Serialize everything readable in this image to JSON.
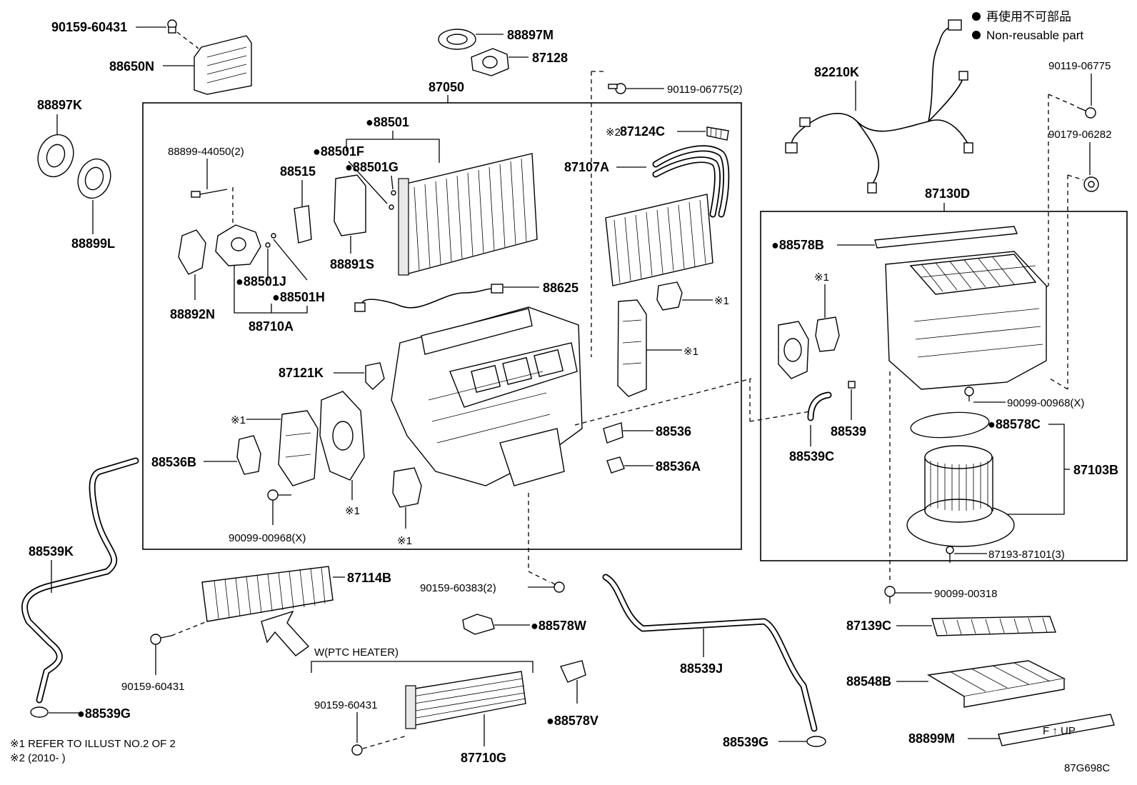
{
  "legend": {
    "jp": "再使用不可部品",
    "en": "Non-reusable part"
  },
  "notes": {
    "note1": "※1 REFER TO ILLUST NO.2 OF 2",
    "note2": "※2 (2010-      )"
  },
  "diagram_code": "87G698C",
  "ptc_heater_label": "W(PTC HEATER)",
  "labels": {
    "p90159_60431_top": "90159-60431",
    "p88650N": "88650N",
    "p88897K": "88897K",
    "p88899L": "88899L",
    "p88897M": "88897M",
    "p87128": "87128",
    "p87050": "87050",
    "p90119_06775_2": "90119-06775(2)",
    "p88501": "●88501",
    "p88501F": "●88501F",
    "p88501G": "●88501G",
    "p88899_44050": "88899-44050(2)",
    "p88515": "88515",
    "p88891S": "88891S",
    "p88892N": "88892N",
    "p88501J": "●88501J",
    "p88501H": "●88501H",
    "p88710A": "88710A",
    "p88625": "88625",
    "p87124C_pre": "※2",
    "p87124C": "87124C",
    "p87107A": "87107A",
    "p87121K": "87121K",
    "mark1_a": "※1",
    "mark1_b": "※1",
    "mark1_c": "※1",
    "mark1_d": "※1",
    "mark1_e": "※1",
    "mark1_f": "※1",
    "p88536B": "88536B",
    "p88536": "88536",
    "p88536A": "88536A",
    "p90099_00968_left": "90099-00968(X)",
    "p88539K": "88539K",
    "p87114B": "87114B",
    "p90159_60383": "90159-60383(2)",
    "p90159_60431_mid": "90159-60431",
    "p88539G_left": "●88539G",
    "p88578W": "●88578W",
    "p88578V": "●88578V",
    "p90159_60431_low": "90159-60431",
    "p87710G": "87710G",
    "p88539J": "88539J",
    "p88539G_right": "88539G",
    "p82210K": "82210K",
    "p90119_06775": "90119-06775",
    "p90179_06282": "90179-06282",
    "p87130D": "87130D",
    "p88578B": "●88578B",
    "p90099_00968_right": "90099-00968(X)",
    "p88539": "88539",
    "p88578C": "●88578C",
    "p88539C": "88539C",
    "p87103B": "87103B",
    "p87193_87101": "87193-87101(3)",
    "p90099_00318": "90099-00318",
    "p87139C": "87139C",
    "p88548B": "88548B",
    "p88899M": "88899M",
    "filter_mark": "F ↑ UP"
  }
}
